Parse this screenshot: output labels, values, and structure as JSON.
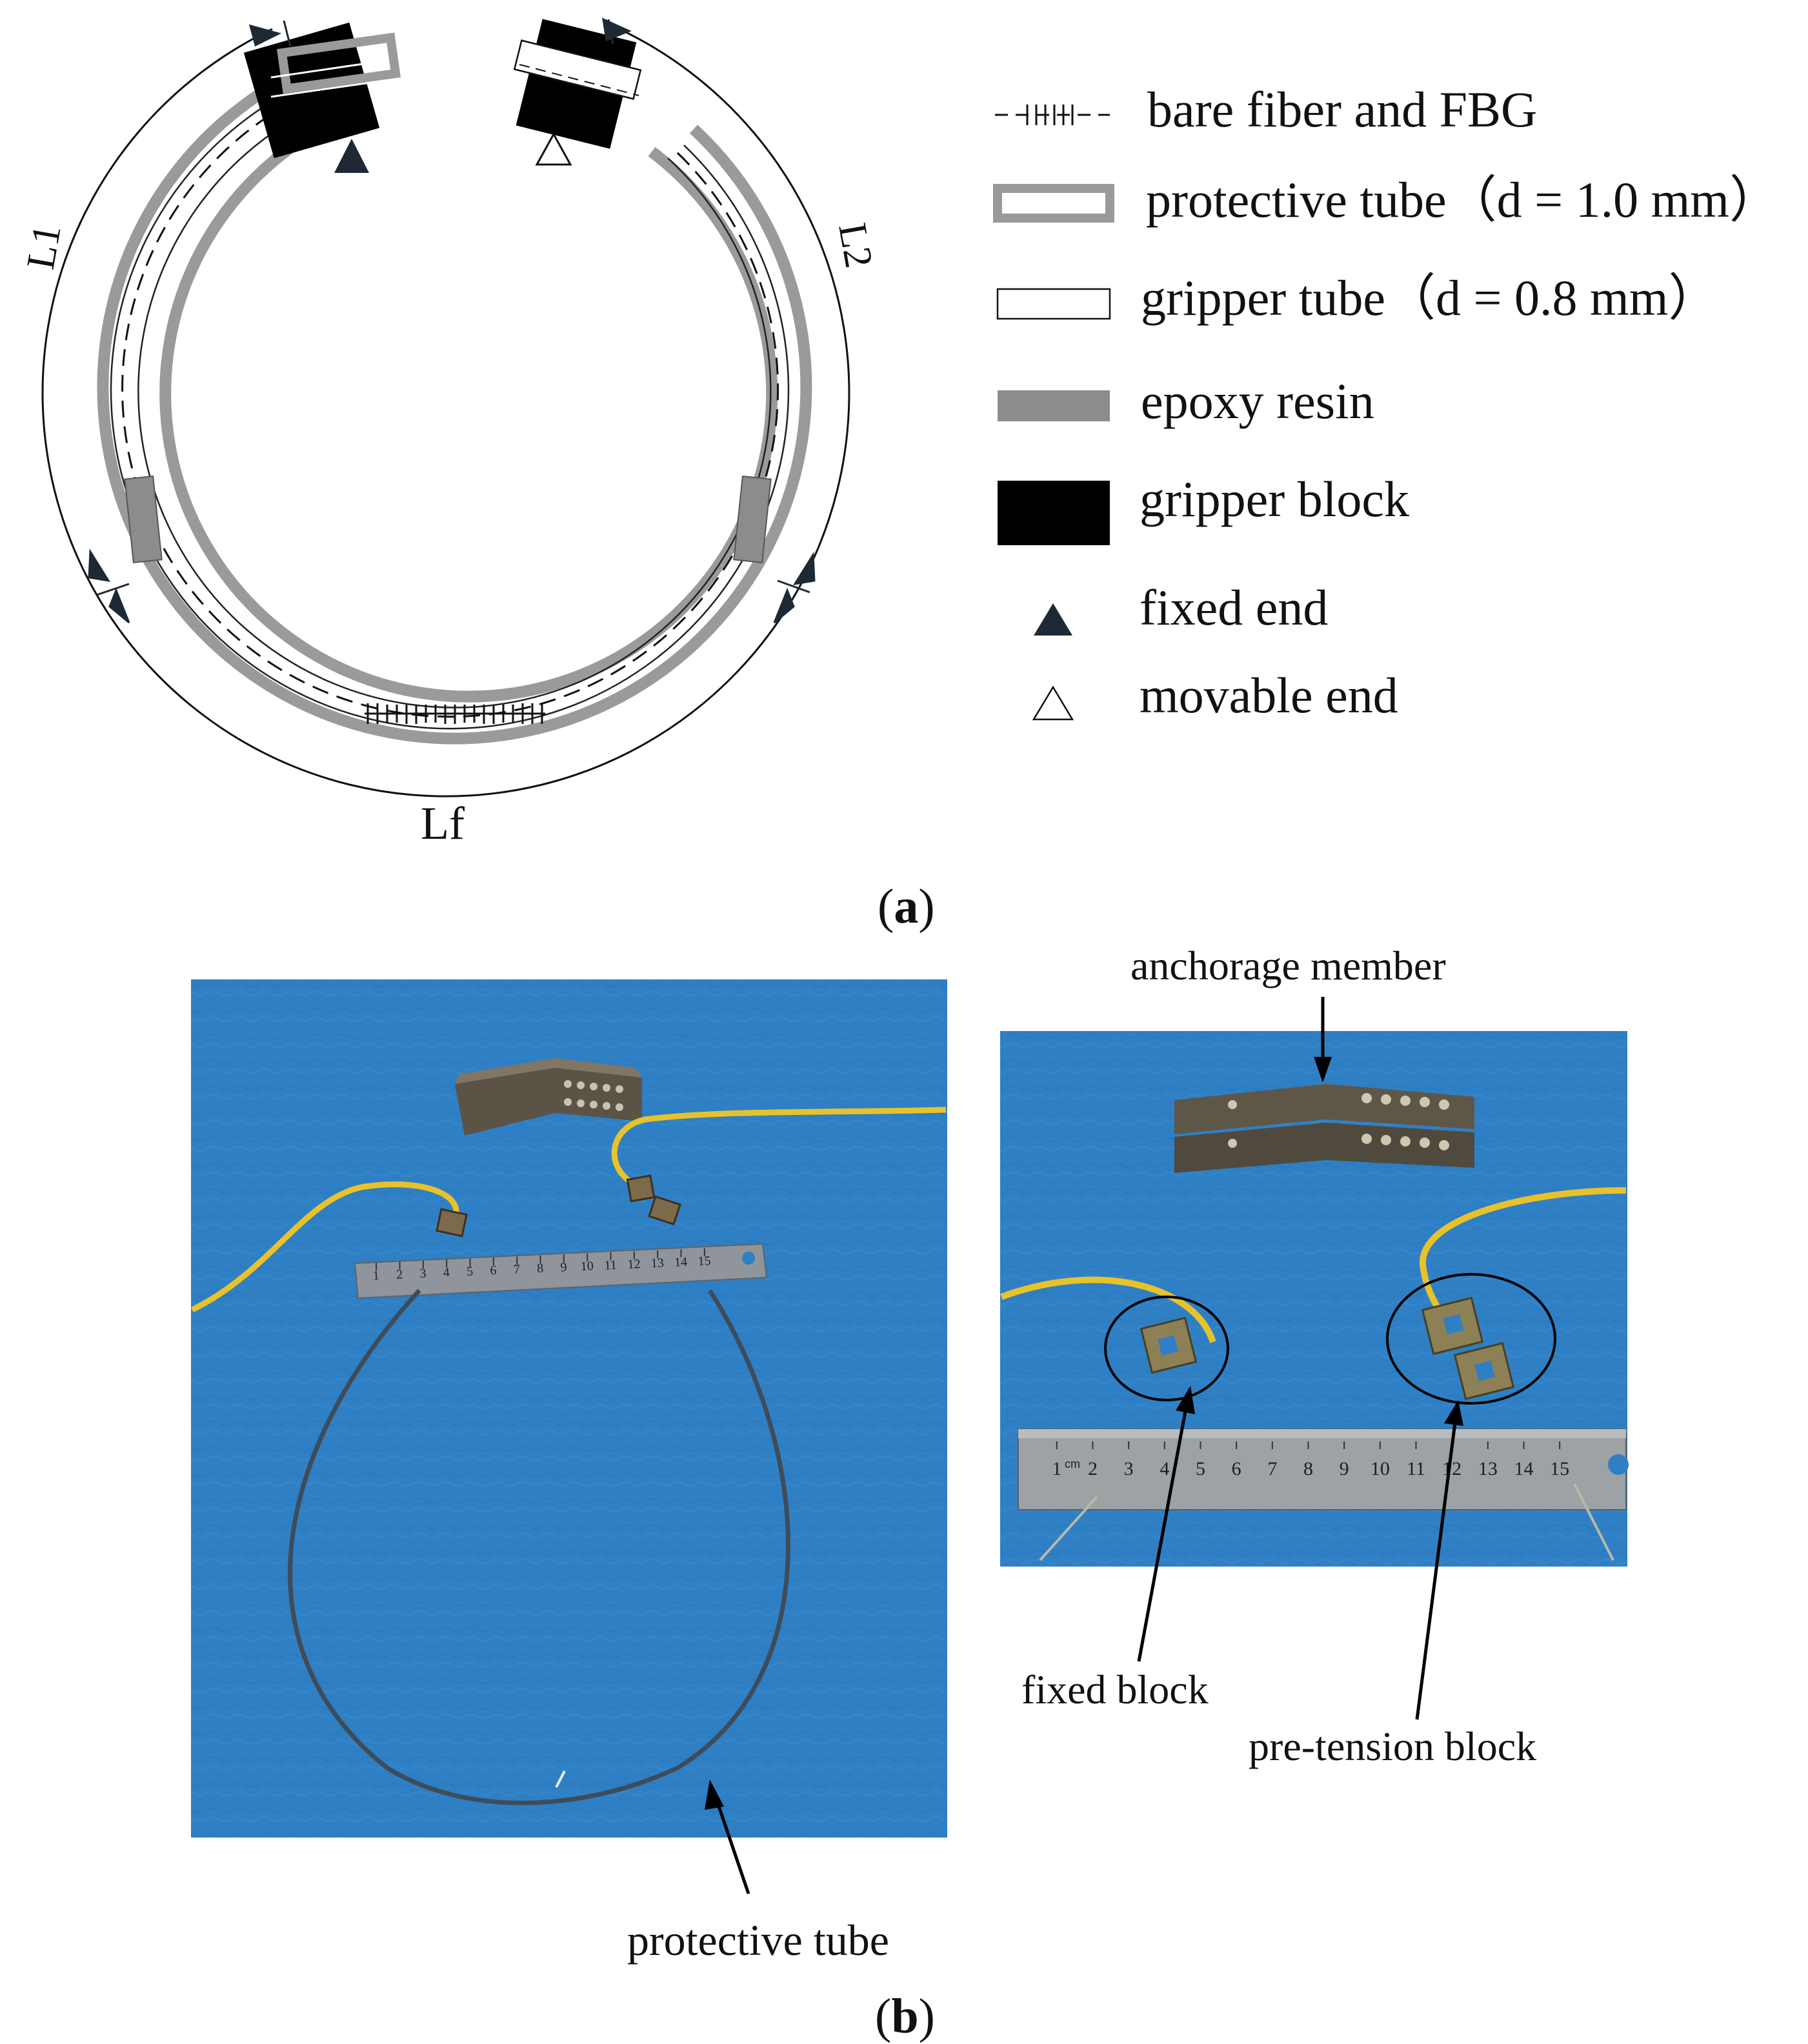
{
  "panel_a": {
    "label_open": "(",
    "label_letter": "a",
    "label_close": ")",
    "dimensions": {
      "l1": "L1",
      "l2": "L2",
      "lf": "Lf"
    },
    "legend": [
      {
        "key": "fiber",
        "text": "bare fiber and FBG"
      },
      {
        "key": "protective",
        "text": "protective tube（d = 1.0 mm）"
      },
      {
        "key": "gripper_tube",
        "text": "gripper tube（d = 0.8 mm）"
      },
      {
        "key": "epoxy",
        "text": "epoxy resin"
      },
      {
        "key": "gripper_block",
        "text": "gripper block"
      },
      {
        "key": "fixed_end",
        "text": "fixed end"
      },
      {
        "key": "movable_end",
        "text": "movable end"
      }
    ],
    "colors": {
      "protective_tube": "#9a9a9a",
      "epoxy_resin": "#8c8c8c",
      "gripper_block": "#000000",
      "line": "#111111",
      "arrow": "#1d2a36"
    }
  },
  "panel_b": {
    "label_open": "(",
    "label_letter": "b",
    "label_close": ")",
    "left_photo": {
      "callout": "protective tube",
      "ruler_ticks": [
        "1",
        "2",
        "3",
        "4",
        "5",
        "6",
        "7",
        "8",
        "9",
        "10",
        "11",
        "12",
        "13",
        "14",
        "15"
      ]
    },
    "right_photo": {
      "callouts": {
        "anchorage": "anchorage member",
        "fixed": "fixed block",
        "pretension": "pre-tension block"
      },
      "ruler_ticks": [
        "1",
        "2",
        "3",
        "4",
        "5",
        "6",
        "7",
        "8",
        "9",
        "10",
        "11",
        "12",
        "13",
        "14",
        "15"
      ],
      "ruler_unit": "cm"
    },
    "colors": {
      "background_cloth": "#2f7fc4",
      "cable": "#e8c22a",
      "ruler": "#8f959b",
      "anchorage": "#5b5346"
    }
  }
}
